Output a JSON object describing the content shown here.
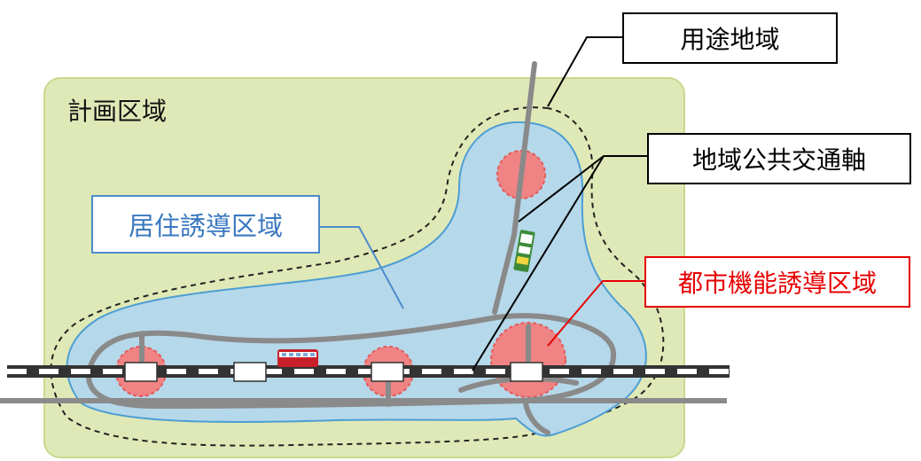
{
  "labels": {
    "planning_area": "計画区域",
    "use_district": "用途地域",
    "transit_axis": "地域公共交通軸",
    "residential_area": "居住誘導区域",
    "urban_function_area": "都市機能誘導区域"
  },
  "colors": {
    "planning_fill": "#dfe9b7",
    "planning_border": "#c8d98e",
    "residential_fill": "#b5d8ea",
    "residential_border": "#4d9ed3",
    "urban_function_fill": "#f08383",
    "road": "#8a8a8a",
    "residential_leader": "#4d8ccc",
    "urban_leader": "#e60000"
  },
  "icons": {
    "train": "train-icon",
    "bus": "bus-icon"
  }
}
